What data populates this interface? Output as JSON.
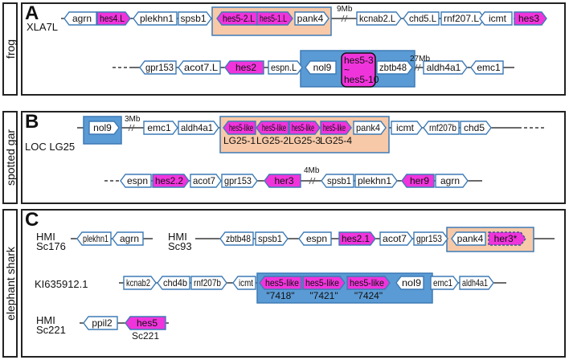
{
  "panels": [
    {
      "letter": "A",
      "species": "frog",
      "rows": [
        {
          "locus": "XLA7L",
          "genes": [
            {
              "name": "agrn",
              "type": "normal",
              "dir": "left"
            },
            {
              "name": "hes4.L",
              "type": "hes",
              "dir": "right"
            },
            {
              "name": "plekhn1",
              "type": "normal",
              "dir": "left"
            },
            {
              "name": "spsb1",
              "type": "normal",
              "dir": "right"
            },
            {
              "name": "hes5-2.L",
              "type": "hes",
              "dir": "left",
              "group": "synteny"
            },
            {
              "name": "hes5-1.L",
              "type": "hes",
              "dir": "right",
              "group": "synteny"
            },
            {
              "name": "pank4",
              "type": "normal",
              "dir": "right",
              "group": "synteny"
            },
            {
              "name": "kcnab2.L",
              "type": "normal",
              "dir": "right"
            },
            {
              "name": "chd5.L",
              "type": "normal",
              "dir": "left"
            },
            {
              "name": "rnf207.L",
              "type": "normal",
              "dir": "right"
            },
            {
              "name": "icmt",
              "type": "normal",
              "dir": "left"
            },
            {
              "name": "hes3",
              "type": "hes",
              "dir": "right"
            }
          ],
          "gap_label": "9Mb"
        },
        {
          "locus": "",
          "genes": [
            {
              "name": "gpr153",
              "type": "normal",
              "dir": "left"
            },
            {
              "name": "acot7.L",
              "type": "normal",
              "dir": "left"
            },
            {
              "name": "hes2",
              "type": "hes",
              "dir": "left"
            },
            {
              "name": "espn.L",
              "type": "normal",
              "dir": "right"
            },
            {
              "name": "nol9",
              "type": "normal",
              "dir": "left",
              "group": "cluster"
            },
            {
              "name": "hes5-3 ~ hes5-10",
              "type": "hes-cluster",
              "dir": "none",
              "group": "cluster"
            },
            {
              "name": "zbtb48",
              "type": "normal",
              "dir": "right",
              "group": "cluster"
            },
            {
              "name": "aldh4a1",
              "type": "normal",
              "dir": "right"
            },
            {
              "name": "emc1",
              "type": "normal",
              "dir": "left"
            }
          ],
          "gap_label": "27Mb",
          "cluster_lines": [
            "hes5-3",
            "~",
            "hes5-10"
          ]
        }
      ]
    },
    {
      "letter": "B",
      "species": "spotted gar",
      "rows": [
        {
          "locus": "LOC LG25",
          "genes": [
            {
              "name": "nol9",
              "type": "normal",
              "dir": "right",
              "group": "cluster"
            },
            {
              "name": "emc1",
              "type": "normal",
              "dir": "right"
            },
            {
              "name": "aldh4a1",
              "type": "normal",
              "dir": "right"
            },
            {
              "name": "hes5-like",
              "sub": "LG25-1",
              "type": "hes",
              "dir": "left",
              "group": "synteny"
            },
            {
              "name": "hes5-like",
              "sub": "LG25-2",
              "type": "hes",
              "dir": "left",
              "group": "synteny"
            },
            {
              "name": "hes5-like",
              "sub": "LG25-3",
              "type": "hes",
              "dir": "right",
              "group": "synteny"
            },
            {
              "name": "hes5-like",
              "sub": "LG25-4",
              "type": "hes",
              "dir": "right",
              "group": "synteny"
            },
            {
              "name": "pank4",
              "type": "normal",
              "dir": "right",
              "group": "synteny"
            },
            {
              "name": "icmt",
              "type": "normal",
              "dir": "right"
            },
            {
              "name": "rnf207b",
              "type": "normal",
              "dir": "left"
            },
            {
              "name": "chd5",
              "type": "normal",
              "dir": "right"
            }
          ],
          "gap_label": "3Mb"
        },
        {
          "locus": "",
          "genes": [
            {
              "name": "espn",
              "type": "normal",
              "dir": "left"
            },
            {
              "name": "hes2.2",
              "type": "hes",
              "dir": "right"
            },
            {
              "name": "acot7",
              "type": "normal",
              "dir": "right"
            },
            {
              "name": "gpr153",
              "type": "normal",
              "dir": "right"
            },
            {
              "name": "her3",
              "type": "hes",
              "dir": "left"
            },
            {
              "name": "spsb1",
              "type": "normal",
              "dir": "left"
            },
            {
              "name": "plekhn1",
              "type": "normal",
              "dir": "right"
            },
            {
              "name": "her9",
              "type": "hes",
              "dir": "left"
            },
            {
              "name": "agrn",
              "type": "normal",
              "dir": "right"
            }
          ],
          "gap_label": "4Mb"
        }
      ]
    },
    {
      "letter": "C",
      "species": "elephant shark",
      "rows": [
        {
          "locus": "HMI Sc176",
          "genes": [
            {
              "name": "plekhn1",
              "type": "normal",
              "dir": "left"
            },
            {
              "name": "agrn",
              "type": "normal",
              "dir": "left"
            }
          ]
        },
        {
          "locus": "HMI Sc93",
          "genes": [
            {
              "name": "zbtb48",
              "type": "normal",
              "dir": "left"
            },
            {
              "name": "spsb1",
              "type": "normal",
              "dir": "right"
            },
            {
              "name": "espn",
              "type": "normal",
              "dir": "left"
            },
            {
              "name": "hes2.1",
              "type": "hes",
              "dir": "right"
            },
            {
              "name": "acot7",
              "type": "normal",
              "dir": "right"
            },
            {
              "name": "gpr153",
              "type": "normal",
              "dir": "right"
            },
            {
              "name": "pank4",
              "type": "normal",
              "dir": "left",
              "group": "synteny"
            },
            {
              "name": "her3*",
              "type": "hes-dashed",
              "dir": "right",
              "group": "synteny"
            }
          ]
        },
        {
          "locus": "KI635912.1",
          "genes": [
            {
              "name": "kcnab2",
              "type": "normal",
              "dir": "right"
            },
            {
              "name": "chd4b",
              "type": "normal",
              "dir": "left"
            },
            {
              "name": "rnf207b",
              "type": "normal",
              "dir": "right"
            },
            {
              "name": "icmt",
              "type": "normal",
              "dir": "left"
            },
            {
              "name": "hes5-like",
              "sub": "\"7418\"",
              "type": "hes",
              "dir": "left",
              "group": "cluster"
            },
            {
              "name": "hes5-like",
              "sub": "\"7421\"",
              "type": "hes",
              "dir": "right",
              "group": "cluster"
            },
            {
              "name": "hes5-like",
              "sub": "\"7424\"",
              "type": "hes",
              "dir": "right",
              "group": "cluster"
            },
            {
              "name": "nol9",
              "type": "normal",
              "dir": "left"
            },
            {
              "name": "emc1",
              "type": "normal",
              "dir": "right"
            },
            {
              "name": "aldh4a1",
              "type": "normal",
              "dir": "right"
            }
          ]
        },
        {
          "locus": "HMI Sc221",
          "genes": [
            {
              "name": "ppil2",
              "type": "normal",
              "dir": "left"
            },
            {
              "name": "hes5",
              "sub": "Sc221",
              "type": "hes",
              "dir": "left"
            }
          ]
        }
      ]
    }
  ],
  "colors": {
    "hes_fill": "#f034dc",
    "gene_border": "#3d7ab5",
    "synteny_block": "#f7c9a8",
    "cluster_block": "#5b9bd5",
    "gene_fill": "#ffffff"
  }
}
